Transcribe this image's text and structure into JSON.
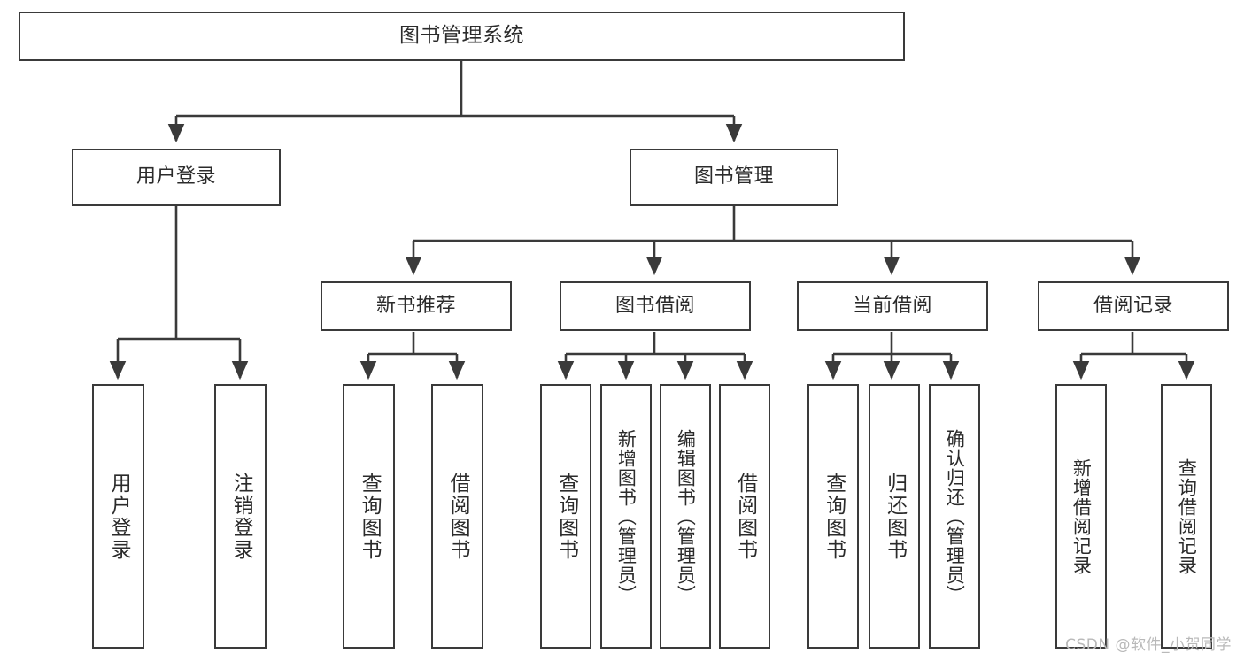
{
  "diagram": {
    "title": "图书管理系统",
    "type": "tree",
    "watermark": "CSDN @软件_小贺同学",
    "line_color": "#3a3a3a",
    "box_fill": "#ffffff",
    "text_color": "#2b2b2b",
    "levels": {
      "root": {
        "label": "图书管理系统"
      },
      "level2": [
        {
          "label": "用户登录"
        },
        {
          "label": "图书管理"
        }
      ],
      "level3": [
        {
          "label": "新书推荐"
        },
        {
          "label": "图书借阅"
        },
        {
          "label": "当前借阅"
        },
        {
          "label": "借阅记录"
        }
      ],
      "leaves": {
        "user_login": [
          {
            "label": "用户登录"
          },
          {
            "label": "注销登录"
          }
        ],
        "new_book": [
          {
            "label": "查询图书"
          },
          {
            "label": "借阅图书"
          }
        ],
        "book_borrow": [
          {
            "label": "查询图书"
          },
          {
            "label": "新增图书（管理员）"
          },
          {
            "label": "编辑图书（管理员）"
          },
          {
            "label": "借阅图书"
          }
        ],
        "current_borrow": [
          {
            "label": "查询图书"
          },
          {
            "label": "归还图书"
          },
          {
            "label": "确认归还（管理员）"
          }
        ],
        "borrow_record": [
          {
            "label": "新增借阅记录"
          },
          {
            "label": "查询借阅记录"
          }
        ]
      }
    }
  }
}
